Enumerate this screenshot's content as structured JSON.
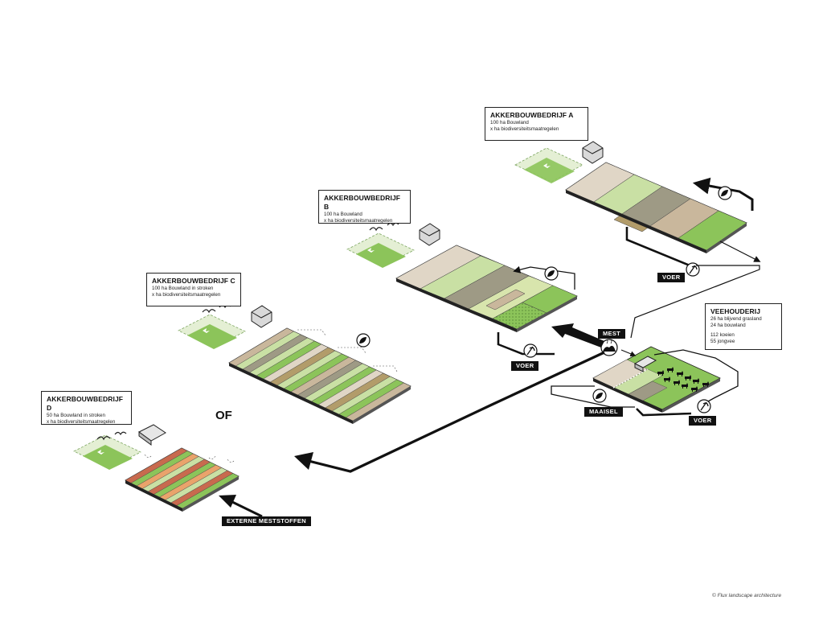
{
  "farms": {
    "a": {
      "title": "AKKERBOUWBEDRIJF A",
      "lines": [
        "100 ha Bouwland",
        "x ha biodiversiteitsmaatregelen"
      ]
    },
    "b": {
      "title": "AKKERBOUWBEDRIJF B",
      "lines": [
        "100 ha Bouwland",
        "x ha biodiversiteitsmaatregelen"
      ]
    },
    "c": {
      "title": "AKKERBOUWBEDRIJF C",
      "lines": [
        "100 ha Bouwland in stroken",
        "x ha biodiversiteitsmaatregelen"
      ]
    },
    "d": {
      "title": "AKKERBOUWBEDRIJF D",
      "lines": [
        "50 ha Bouwland in stroken",
        "x ha biodiversiteitsmaatregelen"
      ]
    },
    "vee": {
      "title": "VEEHOUDERIJ",
      "lines": [
        "26 ha blijvend grasland",
        "24 ha bouwland",
        "112 koeien",
        "55 jongvee"
      ]
    }
  },
  "labels": {
    "voer": "VOER",
    "mest": "MEST",
    "maaisel": "MAAISEL",
    "externe": "EXTERNE MESTSTOFFEN",
    "of": "OF"
  },
  "credit": "© Flux landscape architecture",
  "colors": {
    "line": "#111111",
    "grass": "#8cc45a",
    "light_green": "#c9e0a4",
    "sand": "#c9b79c",
    "gray_olive": "#9e9a85",
    "khaki": "#b29c6a",
    "pale": "#e0d6c6",
    "orange": "#e9a36b",
    "red": "#c86a4e"
  },
  "icons": [
    "bird-icon",
    "butterfly-icon",
    "barn-icon",
    "leaf-icon",
    "scythe-icon",
    "manure-icon",
    "cow-icon",
    "arrow-icon"
  ]
}
